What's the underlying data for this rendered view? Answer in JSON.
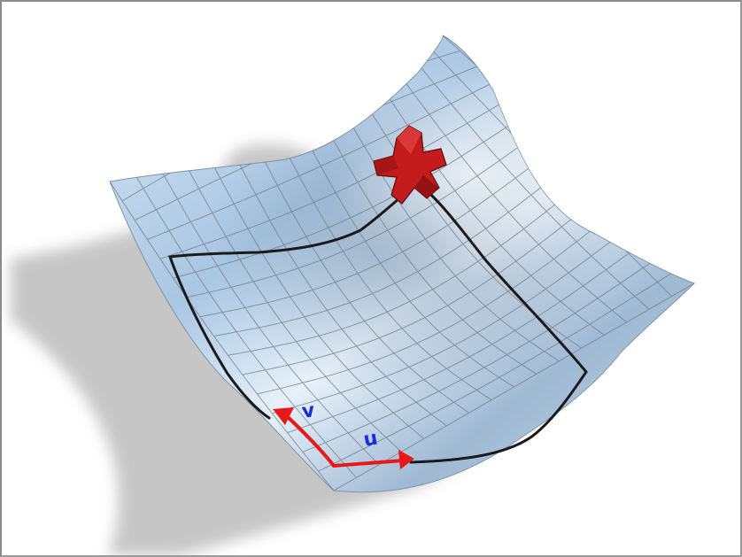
{
  "figure": {
    "surface_color": "#b8d2ea",
    "shadow_color": "#bdbdbd",
    "grid_color": "#6f7f8c",
    "trim_curve_color": "#1a1a1a",
    "uv_arrow_color": "#e81818",
    "uv_label_color": "#1530d8",
    "marker_color": "#c41c1c",
    "icons": [
      "nurbs-surface",
      "trim-curve",
      "uv-axis-arrows",
      "surface-point-marker"
    ]
  },
  "axes": {
    "u_label": "u",
    "v_label": "v"
  }
}
